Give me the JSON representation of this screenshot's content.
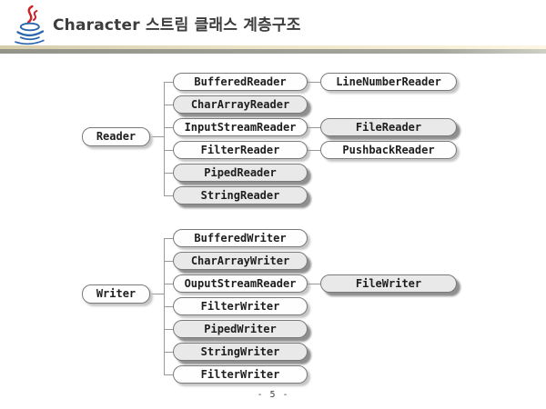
{
  "slide": {
    "title": "Character 스트림 클래스 계층구조",
    "page_number": "- 5 -",
    "logo": "java-logo"
  },
  "colors": {
    "title_text": "#3d3d3d",
    "box_border": "#7a7a7a",
    "box_fill_plain": "#fefefe",
    "box_fill_shaded": "#e9e9e9",
    "box_shadow_plain": "#c6c6c6",
    "box_shadow_shaded": "#8f8f8f",
    "connector": "#999999",
    "logo_red": "#cc2229",
    "logo_blue": "#2a66ad",
    "divider_tan": "#d4ccab",
    "divider_cream": "#fdf6e2",
    "divider_gray": "#93938a"
  },
  "diagram": {
    "groups": [
      {
        "root": "Reader",
        "children": [
          {
            "label": "BufferedReader",
            "shaded": false,
            "child": {
              "label": "LineNumberReader",
              "shaded": false
            }
          },
          {
            "label": "CharArrayReader",
            "shaded": true
          },
          {
            "label": "InputStreamReader",
            "shaded": false,
            "child": {
              "label": "FileReader",
              "shaded": true
            }
          },
          {
            "label": "FilterReader",
            "shaded": false,
            "child": {
              "label": "PushbackReader",
              "shaded": false
            }
          },
          {
            "label": "PipedReader",
            "shaded": true
          },
          {
            "label": "StringReader",
            "shaded": true
          }
        ]
      },
      {
        "root": "Writer",
        "children": [
          {
            "label": "BufferedWriter",
            "shaded": false
          },
          {
            "label": "CharArrayWriter",
            "shaded": true
          },
          {
            "label": "OuputStreamReader",
            "shaded": false,
            "child": {
              "label": "FileWriter",
              "shaded": true
            }
          },
          {
            "label": "FilterWriter",
            "shaded": false
          },
          {
            "label": "PipedWriter",
            "shaded": true
          },
          {
            "label": "StringWriter",
            "shaded": true
          },
          {
            "label": "FilterWriter",
            "shaded": false
          }
        ]
      }
    ]
  }
}
